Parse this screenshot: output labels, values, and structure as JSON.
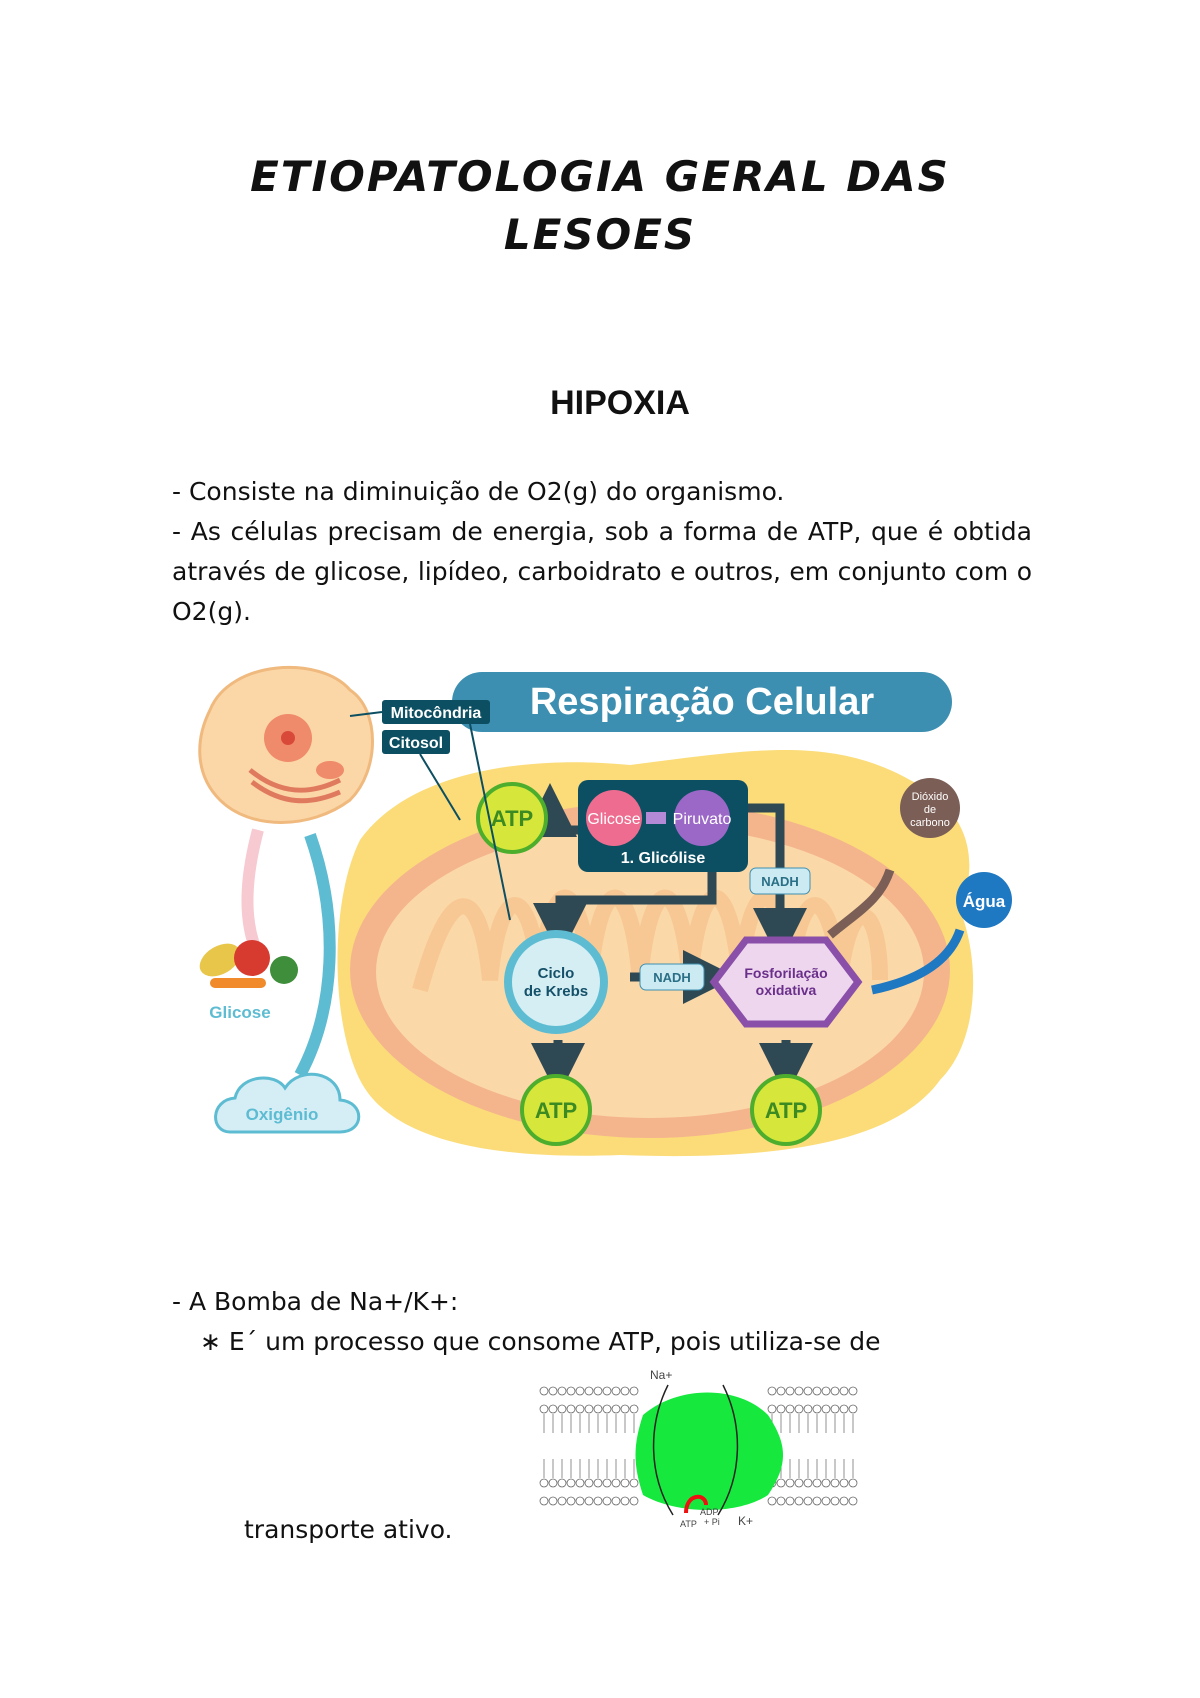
{
  "document": {
    "title_line1": "ETIOPATOLOGIA GERAL DAS",
    "title_line2": "LESOES",
    "section_title": "HIPOXIA",
    "para1": "- Consiste na diminuição de O2(g) do organismo.",
    "para2": "- As células precisam de energia, sob a forma de ATP, que é obtida através de glicose, lipídeo, carboidrato e outros, em conjunto com o O2(g).",
    "para3": "- A Bomba de Na+/K+:",
    "para4": "∗ E´ um processo que consome ATP, pois utiliza-se de",
    "para5": "transporte ativo."
  },
  "respiration_diagram": {
    "title": "Respiração Celular",
    "label_mitocondria": "Mitocôndria",
    "label_citosol": "Citosol",
    "atp": "ATP",
    "glicose": "Glicose",
    "piruvato": "Piruvato",
    "glicolise": "1. Glicólise",
    "nadh": "NADH",
    "dioxido_1": "Dióxido",
    "dioxido_2": "de",
    "dioxido_3": "carbono",
    "agua": "Água",
    "krebs_1": "Ciclo",
    "krebs_2": "de Krebs",
    "fosfo_1": "Fosforilação",
    "fosfo_2": "oxidativa",
    "glicose_food": "Glicose",
    "oxigenio": "Oxigênio",
    "colors": {
      "dark_teal": "#0d4f62",
      "green": "#4cae2c",
      "pink": "#ee6c8f",
      "purple": "#9b68c7",
      "yellow": "#f9d66a",
      "blue": "#1e78c2"
    }
  },
  "pump_diagram": {
    "na": "Na+",
    "k": "K+",
    "atp": "ATP",
    "adp": "ADP",
    "pi": "+ Pi",
    "protein_color": "#16e83e"
  }
}
